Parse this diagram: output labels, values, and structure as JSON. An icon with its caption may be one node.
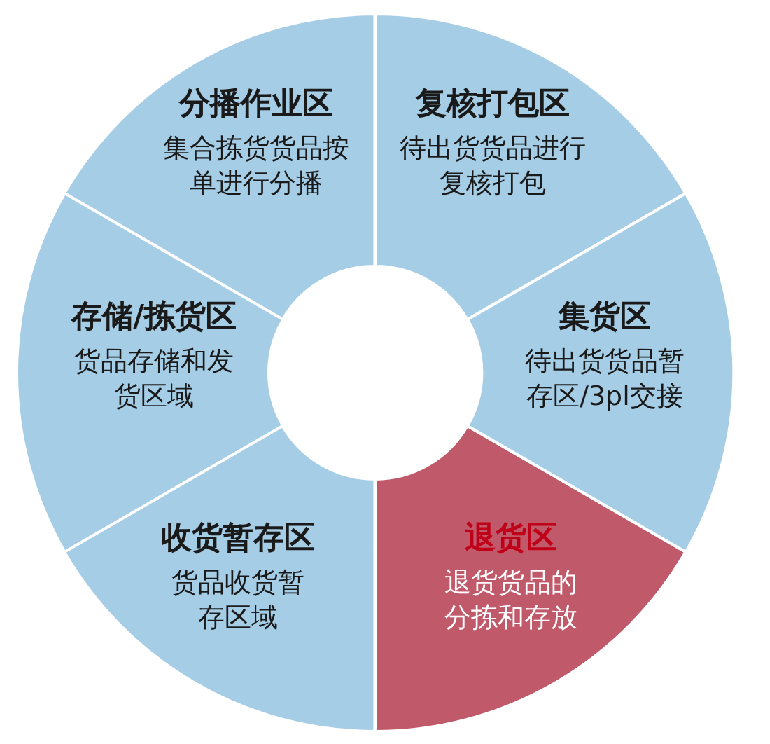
{
  "diagram": {
    "nodes": [
      {
        "text": [
          "分播作业区",
          "集合拣货货品按单进行分播"
        ]
      },
      {
        "text": [
          "复核打包区",
          "待出货货品进行复核打包"
        ]
      },
      {
        "text": [
          "存储/拣货区",
          "货品存储和发货区域"
        ]
      },
      {
        "text": [
          "集货区",
          "待出货货品暂存区/3pl交接"
        ]
      },
      {
        "text": [
          "收货暂存区",
          "货品收货暂存区域"
        ]
      },
      {
        "text": [
          "退货区",
          "退货货品的分拣和存放"
        ]
      }
    ]
  }
}
